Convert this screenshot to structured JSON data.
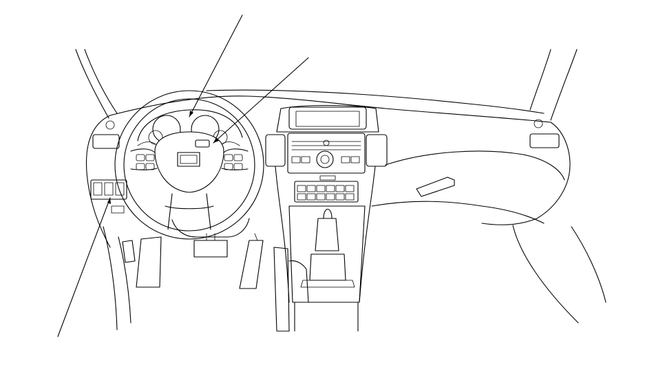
{
  "figure": {
    "background_color": "#ffffff",
    "line_color": "#000000",
    "callouts": [
      {
        "id": "callout-instrument-gauges",
        "target": "gauge-cluster"
      },
      {
        "id": "callout-steering-wheel-button",
        "target": "steering-wheel-switch"
      },
      {
        "id": "callout-lower-dash-switches",
        "target": "lower-dash-switch-panel"
      }
    ]
  }
}
